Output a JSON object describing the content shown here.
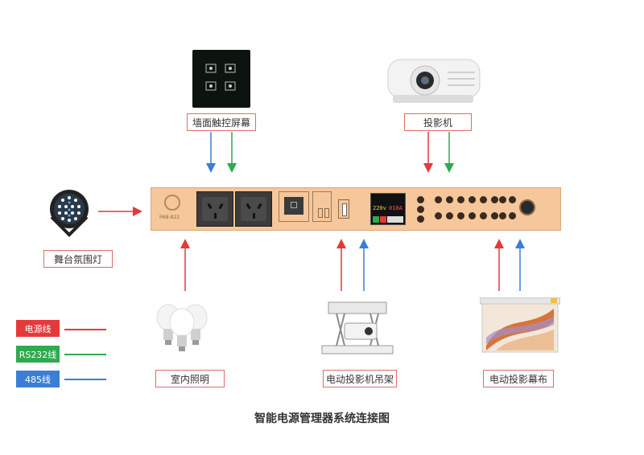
{
  "title": "智能电源管理器系统连接图",
  "devices": {
    "touch_screen": "墙面触控屏幕",
    "projector": "投影机",
    "stage_light": "舞台氛围灯",
    "indoor_lighting": "室内照明",
    "projector_lift": "电动投影机吊架",
    "projector_screen": "电动投影幕布"
  },
  "rack_panel": {
    "model": "PAB-822",
    "display_voltage": "220v",
    "display_current": "010A"
  },
  "legend": [
    {
      "label": "电源线",
      "color": "#e5393b"
    },
    {
      "label": "RS232线",
      "color": "#2eaa4f"
    },
    {
      "label": "485线",
      "color": "#3a7fd5"
    }
  ],
  "colors": {
    "power": "#e5393b",
    "rs232": "#2eaa4f",
    "rs485": "#3a7fd5",
    "rack": "#f5c79a"
  }
}
